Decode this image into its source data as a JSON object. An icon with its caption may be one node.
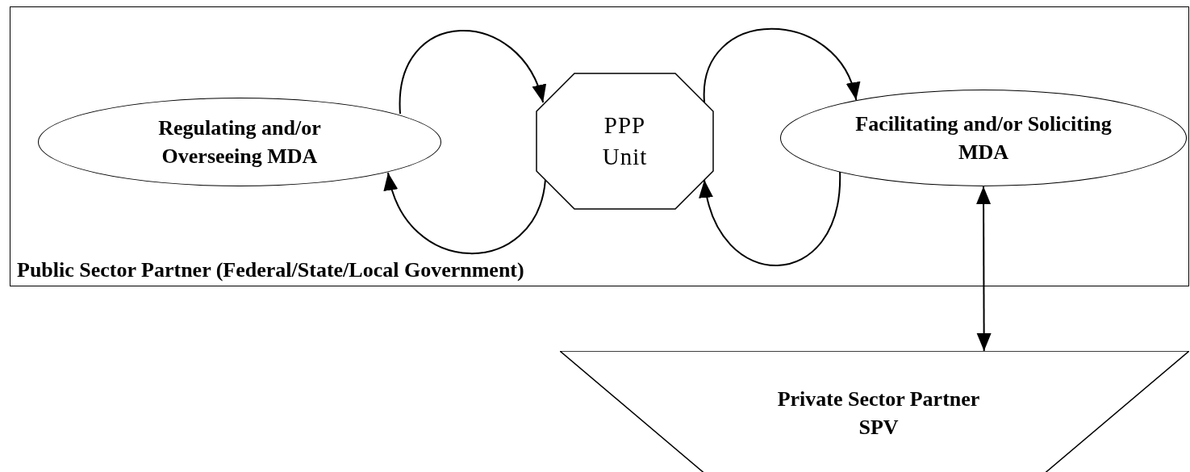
{
  "diagram": {
    "nodes": [
      {
        "text": [
          "Public Sector Partner (Federal/State/Local Government)"
        ]
      },
      {
        "text": [
          "Regulating and/or Overseeing MDA"
        ],
        "in": 0
      },
      {
        "text": [
          "PPP Unit"
        ],
        "in": 0
      },
      {
        "text": [
          "Facilitating and/or Soliciting MDA"
        ],
        "in": 0
      },
      {
        "text": [
          "Private Sector Partner",
          "SPV"
        ]
      }
    ],
    "edges": [
      {
        "from": 1,
        "to": 2,
        "arrow": "to"
      },
      {
        "from": 2,
        "to": 1,
        "arrow": "to"
      },
      {
        "from": 2,
        "to": 3,
        "arrow": "to"
      },
      {
        "from": 3,
        "to": 2,
        "arrow": "to"
      },
      {
        "from": 3,
        "to": 4,
        "arrow": "both"
      }
    ]
  }
}
